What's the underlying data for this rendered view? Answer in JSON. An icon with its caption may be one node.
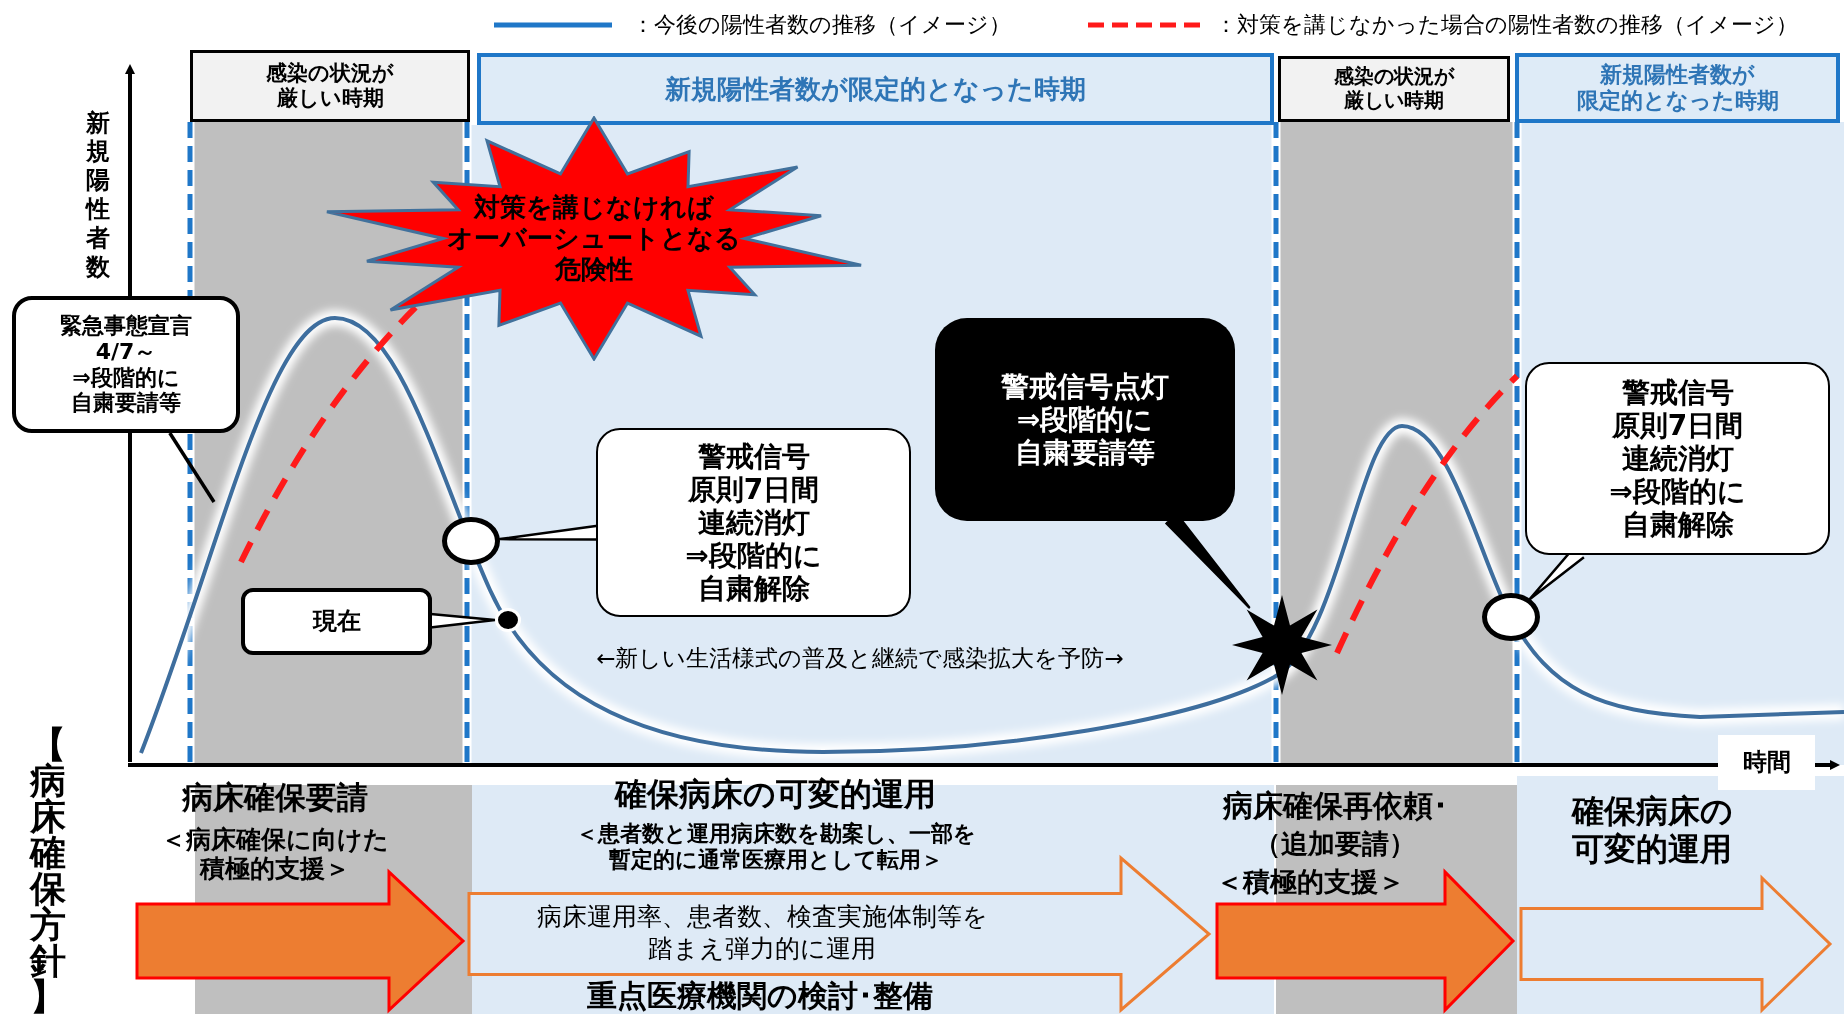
{
  "diagram": {
    "nodes": [
      {
        "text": [
          "感染の状況が厳しい時期"
        ]
      },
      {
        "text": [
          "新規陽性者数が限定的となった時期"
        ]
      },
      {
        "text": [
          "感染の状況が厳しい時期"
        ]
      },
      {
        "text": [
          "新規陽性者数が限定的となった時期"
        ]
      },
      {
        "text": [
          "対策を講じなければオーバーシュートとなる危険性"
        ]
      },
      {
        "text": [
          "緊急事態宣言4/7～⇒段階的に自粛要請等"
        ]
      },
      {
        "text": [
          "現在"
        ]
      },
      {
        "text": [],
        "shape": "circle"
      },
      {
        "text": [
          "警戒信号原則7日間連続消灯⇒段階的に自粛解除"
        ]
      },
      {
        "text": [],
        "shape": "circle"
      },
      {
        "text": [
          "警戒信号点灯⇒段階的に自粛要請等"
        ]
      },
      {
        "text": [],
        "shape": "star"
      },
      {
        "text": [
          "警戒信号原則7日間連続消灯⇒段階的に自粛解除"
        ]
      },
      {
        "text": [],
        "shape": "circle"
      }
    ],
    "edges": [
      {
        "from": 5,
        "to": null,
        "arrow": "none"
      },
      {
        "from": 6,
        "to": 7,
        "arrow": "none"
      },
      {
        "from": 8,
        "to": 9,
        "arrow": "none"
      },
      {
        "from": 10,
        "to": 11,
        "arrow": "none",
        "color": "#000000"
      },
      {
        "from": 12,
        "to": 13,
        "arrow": "none"
      }
    ],
    "labels": [
      "新規陽性者数",
      "時間",
      "←新しい生活様式の普及と継続で感染拡大を予防→",
      "【病床確保方針】",
      "病床確保要請",
      "＜病床確保に向けた積極的支援＞",
      "確保病床の可変的運用",
      "＜患者数と運用病床数を勘案し、一部を暫定的に通常医療用として転用＞",
      "病床運用率、患者数、検査実施体制等を踏まえ弾力的に運用",
      "重点医療機関の検討･整備",
      "病床確保再依頼･",
      "（追加要請）",
      "＜積極的支援＞",
      "確保病床の可変的運用"
    ],
    "legend": [
      {
        "text": "：今後の陽性者数の推移（イメージ）"
      },
      {
        "text": "：対策を講じなかった場合の陽性者数の推移（イメージ）"
      }
    ]
  }
}
